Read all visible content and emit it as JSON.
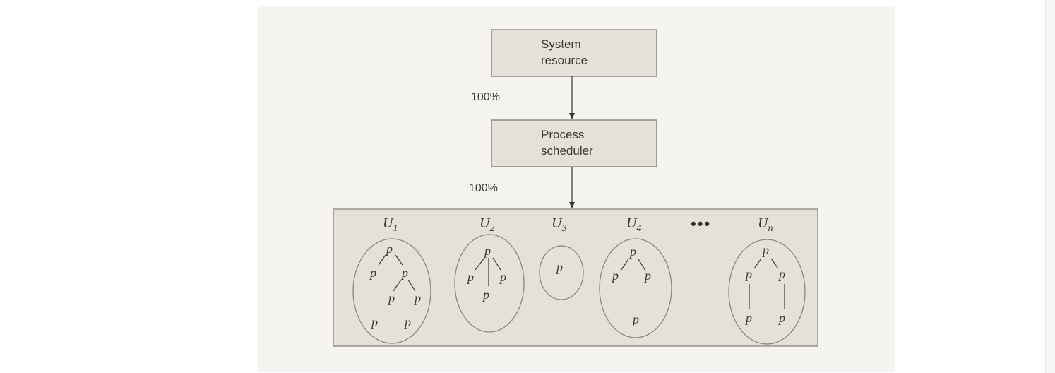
{
  "system_resource": {
    "line1": "System",
    "line2": "resource"
  },
  "process_scheduler": {
    "line1": "Process",
    "line2": "scheduler"
  },
  "share_top": "100%",
  "share_bottom": "100%",
  "process_label": "p",
  "ellipsis": "•••",
  "users": [
    {
      "base": "U",
      "sub": "1"
    },
    {
      "base": "U",
      "sub": "2"
    },
    {
      "base": "U",
      "sub": "3"
    },
    {
      "base": "U",
      "sub": "4"
    },
    {
      "base": "U",
      "sub": "n"
    }
  ]
}
